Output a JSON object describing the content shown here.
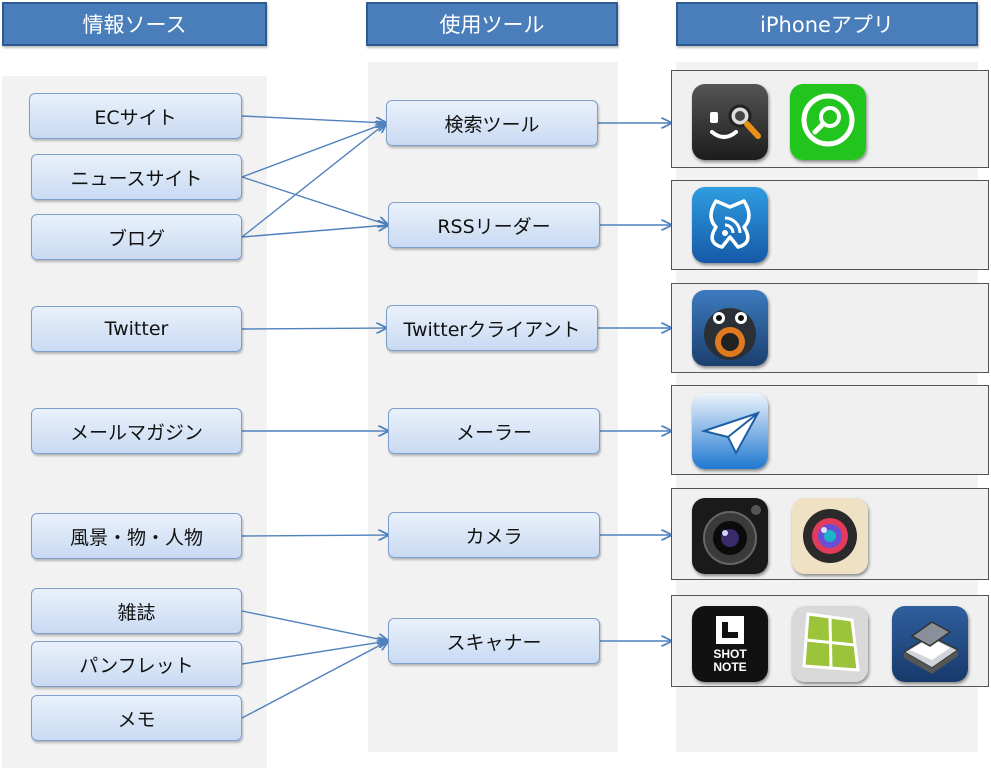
{
  "headers": {
    "sources": "情報ソース",
    "tools": "使用ツール",
    "apps": "iPhoneアプリ"
  },
  "sources": [
    "ECサイト",
    "ニュースサイト",
    "ブログ",
    "Twitter",
    "メールマガジン",
    "風景・物・人物",
    "雑誌",
    "パンフレット",
    "メモ"
  ],
  "tools": [
    "検索ツール",
    "RSSリーダー",
    "Twitterクライアント",
    "メーラー",
    "カメラ",
    "スキャナー"
  ],
  "app_icons": {
    "search": [
      "face-magnifier-app-icon",
      "green-magnifier-app-icon"
    ],
    "rss": [
      "butterfly-rss-app-icon"
    ],
    "twitter": [
      "tweetbot-app-icon"
    ],
    "mail": [
      "paper-plane-mail-app-icon"
    ],
    "camera": [
      "camera-lens-app-icon",
      "color-lens-camera-app-icon"
    ],
    "scanner": [
      "shot-note-app-icon",
      "perspective-map-app-icon",
      "scanner-app-icon"
    ]
  },
  "shot_note_label": [
    "SHOT",
    "NOTE"
  ],
  "colors": {
    "header_fill": "#4a7ebb",
    "box_border": "#7d9fcd",
    "arrow": "#4f81bd"
  },
  "connections": [
    [
      "ECサイト",
      "検索ツール"
    ],
    [
      "ニュースサイト",
      "検索ツール"
    ],
    [
      "ニュースサイト",
      "RSSリーダー"
    ],
    [
      "ブログ",
      "検索ツール"
    ],
    [
      "ブログ",
      "RSSリーダー"
    ],
    [
      "Twitter",
      "Twitterクライアント"
    ],
    [
      "メールマガジン",
      "メーラー"
    ],
    [
      "風景・物・人物",
      "カメラ"
    ],
    [
      "雑誌",
      "スキャナー"
    ],
    [
      "パンフレット",
      "スキャナー"
    ],
    [
      "メモ",
      "スキャナー"
    ],
    [
      "検索ツール",
      "search"
    ],
    [
      "RSSリーダー",
      "rss"
    ],
    [
      "Twitterクライアント",
      "twitter"
    ],
    [
      "メーラー",
      "mail"
    ],
    [
      "カメラ",
      "camera"
    ],
    [
      "スキャナー",
      "scanner"
    ]
  ]
}
